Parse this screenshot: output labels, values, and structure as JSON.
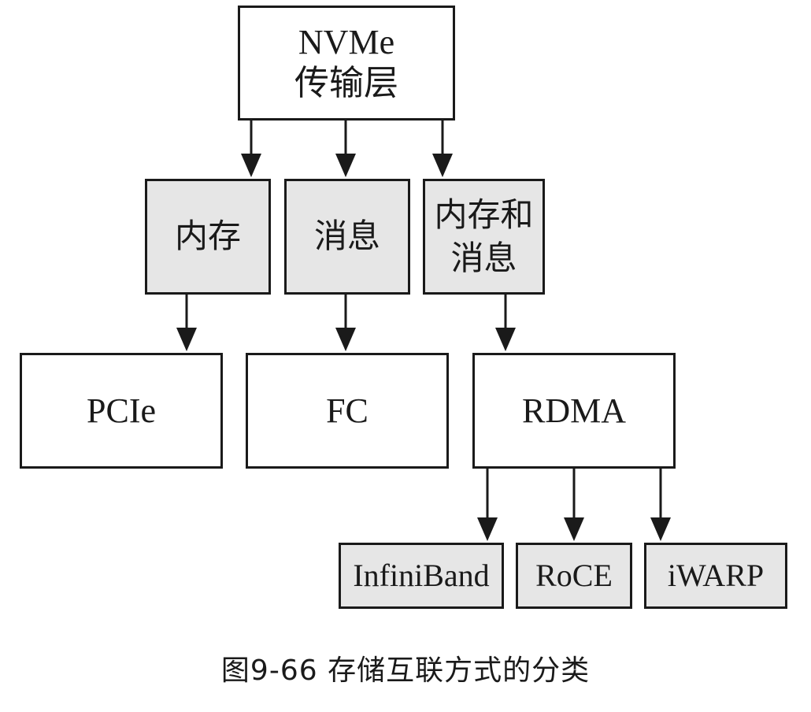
{
  "nodes": {
    "root": {
      "label": "NVMe\n传输层"
    },
    "memory": {
      "label": "内存"
    },
    "message": {
      "label": "消息"
    },
    "memory_and_message": {
      "label": "内存和\n消息"
    },
    "pcie": {
      "label": "PCIe"
    },
    "fc": {
      "label": "FC"
    },
    "rdma": {
      "label": "RDMA"
    },
    "infiniband": {
      "label": "InfiniBand"
    },
    "roce": {
      "label": "RoCE"
    },
    "iwarp": {
      "label": "iWARP"
    }
  },
  "edges": [
    {
      "from": "root",
      "to": "memory"
    },
    {
      "from": "root",
      "to": "message"
    },
    {
      "from": "root",
      "to": "memory_and_message"
    },
    {
      "from": "memory",
      "to": "pcie"
    },
    {
      "from": "message",
      "to": "fc"
    },
    {
      "from": "memory_and_message",
      "to": "rdma"
    },
    {
      "from": "rdma",
      "to": "infiniband"
    },
    {
      "from": "rdma",
      "to": "roce"
    },
    {
      "from": "rdma",
      "to": "iwarp"
    }
  ],
  "caption": "图9-66 存储互联方式的分类",
  "colors": {
    "stroke": "#1a1a1a",
    "gray_fill": "#e6e6e6",
    "white_fill": "#ffffff"
  }
}
